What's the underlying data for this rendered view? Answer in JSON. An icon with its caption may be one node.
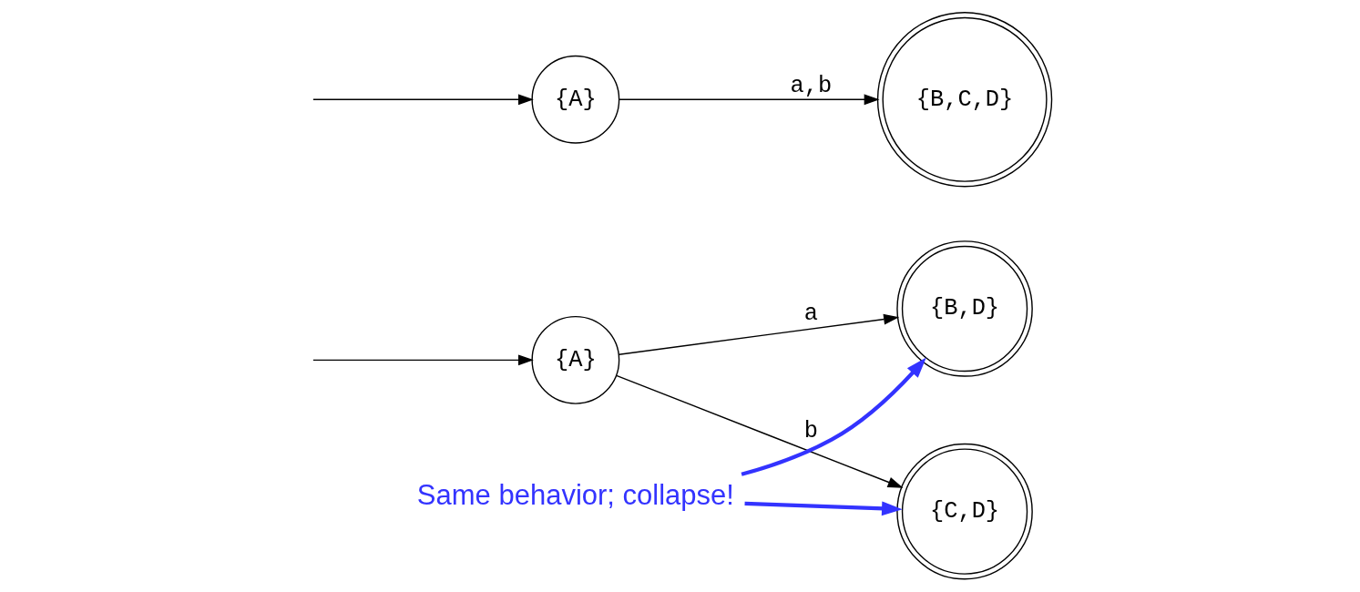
{
  "diagram": {
    "nodes": [
      {
        "text": [
          "{A}"
        ]
      },
      {
        "text": [
          "{B,D}"
        ]
      },
      {
        "text": [
          "{C,D}"
        ]
      },
      {
        "text": [
          "Same behavior; collapse!"
        ]
      },
      {
        "text": [
          "{A}"
        ]
      },
      {
        "text": [
          "{B,C,D}"
        ]
      }
    ],
    "edges": [
      {
        "from": null,
        "to": 0,
        "arrow": "to"
      },
      {
        "from": 0,
        "to": 1,
        "arrow": "to",
        "label": "a"
      },
      {
        "from": 0,
        "to": 2,
        "arrow": "to",
        "label": "b"
      },
      {
        "from": 3,
        "to": 1,
        "arrow": "to",
        "style": "thick",
        "color": "#3333ff"
      },
      {
        "from": 3,
        "to": 2,
        "arrow": "to",
        "style": "thick",
        "color": "#3333ff"
      },
      {
        "from": null,
        "to": 4,
        "arrow": "to"
      },
      {
        "from": 4,
        "to": 5,
        "arrow": "to",
        "label": "a,b"
      }
    ]
  }
}
